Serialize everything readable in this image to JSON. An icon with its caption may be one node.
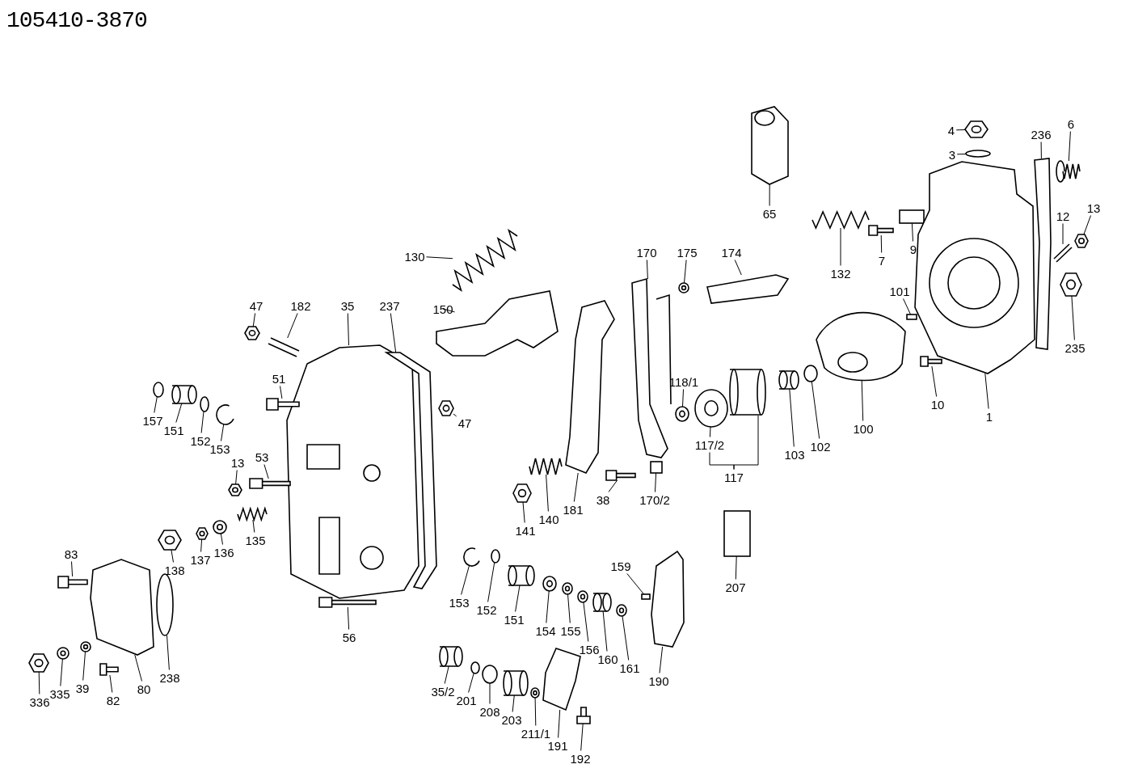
{
  "diagram": {
    "title": "105410-3870",
    "nodes": [
      {
        "text": [
          "65"
        ]
      },
      {
        "text": [
          "4"
        ]
      },
      {
        "text": [
          "3"
        ]
      },
      {
        "text": [
          "236"
        ]
      },
      {
        "text": [
          "6"
        ]
      },
      {
        "text": [
          "130"
        ]
      },
      {
        "text": [
          "132"
        ]
      },
      {
        "text": [
          "7"
        ]
      },
      {
        "text": [
          "9"
        ]
      },
      {
        "text": [
          "12"
        ]
      },
      {
        "text": [
          "13"
        ]
      },
      {
        "text": [
          "170"
        ]
      },
      {
        "text": [
          "175"
        ]
      },
      {
        "text": [
          "174"
        ]
      },
      {
        "text": [
          "101"
        ]
      },
      {
        "text": [
          "235"
        ]
      },
      {
        "text": [
          "150"
        ]
      },
      {
        "text": [
          "47"
        ]
      },
      {
        "text": [
          "182"
        ]
      },
      {
        "text": [
          "35"
        ]
      },
      {
        "text": [
          "237"
        ]
      },
      {
        "text": [
          "118/1"
        ]
      },
      {
        "text": [
          "51"
        ]
      },
      {
        "text": [
          "10"
        ]
      },
      {
        "text": [
          "1"
        ]
      },
      {
        "text": [
          "100"
        ]
      },
      {
        "text": [
          "157"
        ]
      },
      {
        "text": [
          "151"
        ]
      },
      {
        "text": [
          "152"
        ]
      },
      {
        "text": [
          "153"
        ]
      },
      {
        "text": [
          "47"
        ]
      },
      {
        "text": [
          "117/2"
        ]
      },
      {
        "text": [
          "102"
        ]
      },
      {
        "text": [
          "103"
        ]
      },
      {
        "text": [
          "13"
        ]
      },
      {
        "text": [
          "53"
        ]
      },
      {
        "text": [
          "117"
        ]
      },
      {
        "text": [
          "170/2"
        ]
      },
      {
        "text": [
          "38"
        ]
      },
      {
        "text": [
          "181"
        ]
      },
      {
        "text": [
          "140"
        ]
      },
      {
        "text": [
          "141"
        ]
      },
      {
        "text": [
          "135"
        ]
      },
      {
        "text": [
          "136"
        ]
      },
      {
        "text": [
          "137"
        ]
      },
      {
        "text": [
          "138"
        ]
      },
      {
        "text": [
          "83"
        ]
      },
      {
        "text": [
          "159"
        ]
      },
      {
        "text": [
          "207"
        ]
      },
      {
        "text": [
          "153"
        ]
      },
      {
        "text": [
          "152"
        ]
      },
      {
        "text": [
          "151"
        ]
      },
      {
        "text": [
          "154"
        ]
      },
      {
        "text": [
          "56"
        ]
      },
      {
        "text": [
          "155"
        ]
      },
      {
        "text": [
          "156"
        ]
      },
      {
        "text": [
          "160"
        ]
      },
      {
        "text": [
          "161"
        ]
      },
      {
        "text": [
          "238"
        ]
      },
      {
        "text": [
          "190"
        ]
      },
      {
        "text": [
          "80"
        ]
      },
      {
        "text": [
          "39"
        ]
      },
      {
        "text": [
          "335"
        ]
      },
      {
        "text": [
          "35/2"
        ]
      },
      {
        "text": [
          "82"
        ]
      },
      {
        "text": [
          "201"
        ]
      },
      {
        "text": [
          "336"
        ]
      },
      {
        "text": [
          "208"
        ]
      },
      {
        "text": [
          "203"
        ]
      },
      {
        "text": [
          "211/1"
        ]
      },
      {
        "text": [
          "191"
        ]
      },
      {
        "text": [
          "192"
        ]
      },
      {
        "text": [],
        "shape": "picture"
      },
      {
        "text": [],
        "shape": "picture"
      },
      {
        "text": [],
        "shape": "circle"
      },
      {
        "text": [],
        "shape": "picture"
      },
      {
        "text": [],
        "shape": "picture"
      },
      {
        "text": [],
        "shape": "picture"
      },
      {
        "text": [],
        "shape": "picture"
      },
      {
        "text": [],
        "shape": "picture"
      },
      {
        "text": [],
        "shape": "box"
      },
      {
        "text": [],
        "shape": "picture"
      },
      {
        "text": [],
        "shape": "picture"
      },
      {
        "text": [],
        "shape": "picture"
      },
      {
        "text": [],
        "shape": "picture"
      },
      {
        "text": [],
        "shape": "picture"
      },
      {
        "text": [],
        "shape": "box"
      },
      {
        "text": [],
        "shape": "picture"
      },
      {
        "text": [],
        "shape": "picture"
      },
      {
        "text": [],
        "shape": "picture"
      },
      {
        "text": [],
        "shape": "picture"
      },
      {
        "text": [],
        "shape": "picture"
      },
      {
        "text": [],
        "shape": "picture"
      },
      {
        "text": [],
        "shape": "picture"
      },
      {
        "text": [],
        "shape": "picture"
      },
      {
        "text": [],
        "shape": "picture"
      },
      {
        "text": [],
        "shape": "picture"
      },
      {
        "text": [],
        "shape": "picture"
      },
      {
        "text": [],
        "shape": "circle"
      },
      {
        "text": [],
        "shape": "picture"
      },
      {
        "text": [],
        "shape": "circle"
      },
      {
        "text": [],
        "shape": "picture"
      },
      {
        "text": [],
        "shape": "picture"
      },
      {
        "text": [],
        "shape": "picture"
      },
      {
        "text": [],
        "shape": "circle"
      },
      {
        "text": [],
        "shape": "picture"
      },
      {
        "text": [],
        "shape": "picture"
      },
      {
        "text": [],
        "shape": "picture"
      },
      {
        "text": [],
        "shape": "picture"
      },
      {
        "text": [],
        "shape": "box"
      },
      {
        "text": [],
        "shape": "picture"
      },
      {
        "text": [],
        "shape": "picture"
      },
      {
        "text": [],
        "shape": "picture"
      },
      {
        "text": [],
        "shape": "picture"
      },
      {
        "text": [],
        "shape": "picture"
      },
      {
        "text": [],
        "shape": "picture"
      },
      {
        "text": [],
        "shape": "picture"
      },
      {
        "text": [],
        "shape": "picture"
      },
      {
        "text": [],
        "shape": "picture"
      },
      {
        "text": [],
        "shape": "box"
      },
      {
        "text": [],
        "shape": "box"
      },
      {
        "text": [],
        "shape": "picture"
      },
      {
        "text": [],
        "shape": "circle"
      },
      {
        "text": [],
        "shape": "picture"
      },
      {
        "text": [],
        "shape": "picture"
      },
      {
        "text": [],
        "shape": "picture"
      },
      {
        "text": [],
        "shape": "picture"
      },
      {
        "text": [],
        "shape": "picture"
      },
      {
        "text": [],
        "shape": "picture"
      },
      {
        "text": [],
        "shape": "picture"
      },
      {
        "text": [],
        "shape": "circle"
      },
      {
        "text": [],
        "shape": "picture"
      },
      {
        "text": [],
        "shape": "picture"
      },
      {
        "text": [],
        "shape": "picture"
      },
      {
        "text": [],
        "shape": "picture"
      },
      {
        "text": [],
        "shape": "picture"
      },
      {
        "text": [],
        "shape": "picture"
      },
      {
        "text": [],
        "shape": "circle"
      },
      {
        "text": [],
        "shape": "picture"
      },
      {
        "text": [],
        "shape": "circle"
      },
      {
        "text": [],
        "shape": "picture"
      },
      {
        "text": [],
        "shape": "picture"
      },
      {
        "text": [],
        "shape": "picture"
      },
      {
        "text": [],
        "shape": "picture"
      }
    ],
    "edges": [
      {
        "from": 0,
        "to": 72,
        "arrow": "none"
      },
      {
        "from": 1,
        "to": 73,
        "arrow": "none"
      },
      {
        "from": 2,
        "to": 74,
        "arrow": "none"
      },
      {
        "from": 3,
        "to": 75,
        "arrow": "none"
      },
      {
        "from": 4,
        "to": 76,
        "arrow": "none"
      },
      {
        "from": 5,
        "to": 77,
        "arrow": "none"
      },
      {
        "from": 6,
        "to": 78,
        "arrow": "none"
      },
      {
        "from": 7,
        "to": 79,
        "arrow": "none"
      },
      {
        "from": 8,
        "to": 80,
        "arrow": "none"
      },
      {
        "from": 9,
        "to": 81,
        "arrow": "none"
      },
      {
        "from": 10,
        "to": 82,
        "arrow": "none"
      },
      {
        "from": 11,
        "to": 83,
        "arrow": "none"
      },
      {
        "from": 12,
        "to": 84,
        "arrow": "none"
      },
      {
        "from": 13,
        "to": 85,
        "arrow": "none"
      },
      {
        "from": 14,
        "to": 86,
        "arrow": "none"
      },
      {
        "from": 15,
        "to": 87,
        "arrow": "none"
      },
      {
        "from": 16,
        "to": 88,
        "arrow": "none"
      },
      {
        "from": 17,
        "to": 89,
        "arrow": "none"
      },
      {
        "from": 18,
        "to": 90,
        "arrow": "none"
      },
      {
        "from": 19,
        "to": 91,
        "arrow": "none"
      },
      {
        "from": 20,
        "to": 92,
        "arrow": "none"
      },
      {
        "from": 21,
        "to": 93,
        "arrow": "none"
      },
      {
        "from": 22,
        "to": 94,
        "arrow": "none"
      },
      {
        "from": 23,
        "to": 95,
        "arrow": "none"
      },
      {
        "from": 24,
        "to": 96,
        "arrow": "none"
      },
      {
        "from": 25,
        "to": 97,
        "arrow": "none"
      },
      {
        "from": 26,
        "to": 98,
        "arrow": "none"
      },
      {
        "from": 27,
        "to": 99,
        "arrow": "none"
      },
      {
        "from": 28,
        "to": 100,
        "arrow": "none"
      },
      {
        "from": 29,
        "to": 101,
        "arrow": "none"
      },
      {
        "from": 30,
        "to": 102,
        "arrow": "none"
      },
      {
        "from": 31,
        "to": 103,
        "arrow": "none"
      },
      {
        "from": 32,
        "to": 104,
        "arrow": "none"
      },
      {
        "from": 33,
        "to": 105,
        "arrow": "none"
      },
      {
        "from": 34,
        "to": 106,
        "arrow": "none"
      },
      {
        "from": 35,
        "to": 107,
        "arrow": "none"
      },
      {
        "from": 36,
        "to": 31,
        "arrow": "none"
      },
      {
        "from": 36,
        "to": 108,
        "arrow": "none"
      },
      {
        "from": 37,
        "to": 109,
        "arrow": "none"
      },
      {
        "from": 38,
        "to": 110,
        "arrow": "none"
      },
      {
        "from": 39,
        "to": 111,
        "arrow": "none"
      },
      {
        "from": 40,
        "to": 112,
        "arrow": "none"
      },
      {
        "from": 41,
        "to": 113,
        "arrow": "none"
      },
      {
        "from": 42,
        "to": 114,
        "arrow": "none"
      },
      {
        "from": 43,
        "to": 115,
        "arrow": "none"
      },
      {
        "from": 44,
        "to": 116,
        "arrow": "none"
      },
      {
        "from": 45,
        "to": 117,
        "arrow": "none"
      },
      {
        "from": 46,
        "to": 118,
        "arrow": "none"
      },
      {
        "from": 47,
        "to": 119,
        "arrow": "none"
      },
      {
        "from": 48,
        "to": 120,
        "arrow": "none"
      },
      {
        "from": 49,
        "to": 121,
        "arrow": "none"
      },
      {
        "from": 50,
        "to": 122,
        "arrow": "none"
      },
      {
        "from": 51,
        "to": 123,
        "arrow": "none"
      },
      {
        "from": 52,
        "to": 124,
        "arrow": "none"
      },
      {
        "from": 53,
        "to": 125,
        "arrow": "none"
      },
      {
        "from": 54,
        "to": 126,
        "arrow": "none"
      },
      {
        "from": 55,
        "to": 127,
        "arrow": "none"
      },
      {
        "from": 56,
        "to": 128,
        "arrow": "none"
      },
      {
        "from": 57,
        "to": 129,
        "arrow": "none"
      },
      {
        "from": 58,
        "to": 130,
        "arrow": "none"
      },
      {
        "from": 59,
        "to": 131,
        "arrow": "none"
      },
      {
        "from": 60,
        "to": 132,
        "arrow": "none"
      },
      {
        "from": 61,
        "to": 133,
        "arrow": "none"
      },
      {
        "from": 62,
        "to": 134,
        "arrow": "none"
      },
      {
        "from": 63,
        "to": 135,
        "arrow": "none"
      },
      {
        "from": 64,
        "to": 136,
        "arrow": "none"
      },
      {
        "from": 65,
        "to": 137,
        "arrow": "none"
      },
      {
        "from": 66,
        "to": 138,
        "arrow": "none"
      },
      {
        "from": 67,
        "to": 139,
        "arrow": "none"
      },
      {
        "from": 68,
        "to": 140,
        "arrow": "none"
      },
      {
        "from": 69,
        "to": 141,
        "arrow": "none"
      },
      {
        "from": 70,
        "to": 142,
        "arrow": "none"
      },
      {
        "from": 71,
        "to": 143,
        "arrow": "none"
      }
    ]
  }
}
